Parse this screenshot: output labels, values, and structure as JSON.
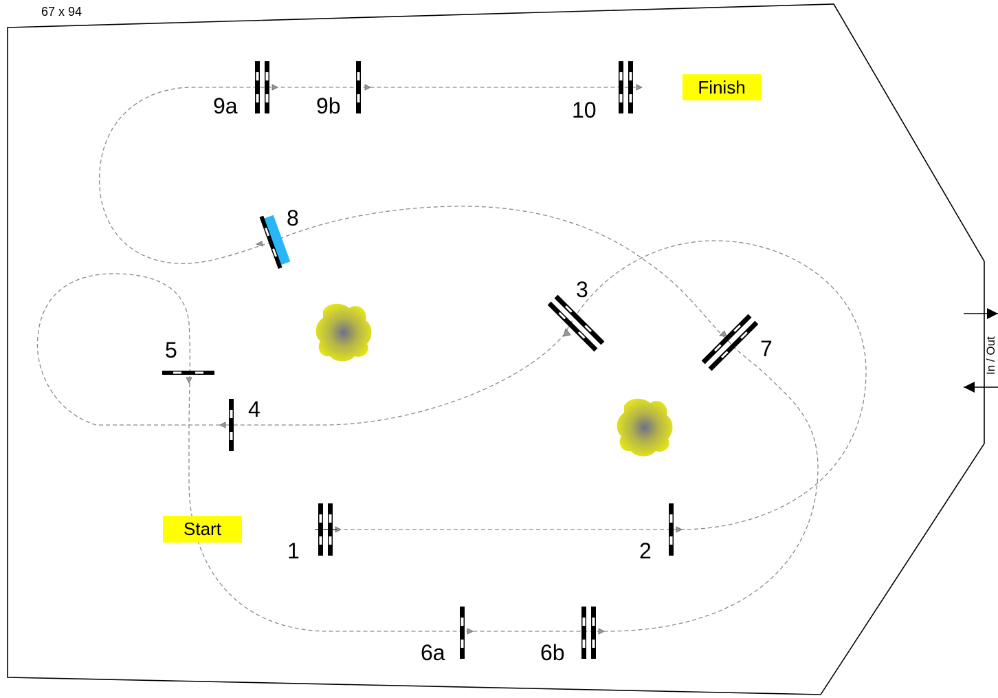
{
  "arena": {
    "dimensions_label": "67 x 94",
    "gate_label": "In / Out"
  },
  "markers": {
    "start": "Start",
    "finish": "Finish"
  },
  "colors": {
    "label_box": "#ffff00",
    "water_tray": "#29b6f6",
    "bush": "#e3e31e",
    "path": "#8a8a8a",
    "arena_outline": "#000000"
  },
  "fences": [
    {
      "label": "1",
      "type": "oxer"
    },
    {
      "label": "2",
      "type": "vertical"
    },
    {
      "label": "3",
      "type": "oxer"
    },
    {
      "label": "4",
      "type": "vertical"
    },
    {
      "label": "5",
      "type": "vertical"
    },
    {
      "label": "6a",
      "type": "vertical",
      "combination": "6"
    },
    {
      "label": "6b",
      "type": "oxer",
      "combination": "6"
    },
    {
      "label": "7",
      "type": "oxer"
    },
    {
      "label": "8",
      "type": "vertical",
      "feature": "water tray"
    },
    {
      "label": "9a",
      "type": "oxer",
      "combination": "9"
    },
    {
      "label": "9b",
      "type": "vertical",
      "combination": "9"
    },
    {
      "label": "10",
      "type": "oxer"
    }
  ],
  "decorations": [
    {
      "type": "bush",
      "icon": "bush-icon"
    },
    {
      "type": "bush",
      "icon": "bush-icon"
    }
  ]
}
